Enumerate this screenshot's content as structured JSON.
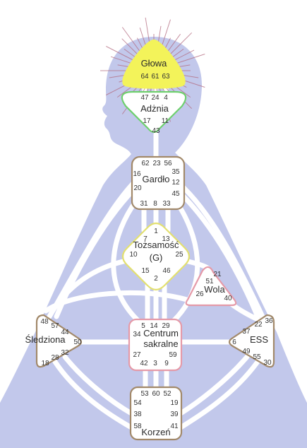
{
  "colors": {
    "silhouette": "#c2c8eb",
    "channel": "#ffffff",
    "head_fill": "#f3f35a",
    "head_rays": "#b36b80",
    "ajna_border": "#6ed06e",
    "tan_border": "#a2896a",
    "identity_border": "#e3e070",
    "pink_border": "#e59aa8",
    "center_fill": "#ffffff"
  },
  "centers": {
    "head": {
      "label": "Głowa",
      "gates": [
        "64",
        "61",
        "63"
      ]
    },
    "ajna": {
      "label": "Adżnia",
      "gates": [
        "47",
        "24",
        "4",
        "17",
        "11",
        "43"
      ]
    },
    "throat": {
      "label": "Gardło",
      "gates": [
        "62",
        "23",
        "56",
        "16",
        "35",
        "20",
        "12",
        "45",
        "31",
        "8",
        "33"
      ]
    },
    "identity": {
      "label": "Tożsamość",
      "sublabel": "(G)",
      "gates": [
        "1",
        "7",
        "13",
        "10",
        "25",
        "15",
        "46",
        "2"
      ]
    },
    "will": {
      "label": "Wola",
      "gates": [
        "21",
        "51",
        "26",
        "40"
      ]
    },
    "spleen": {
      "label": "Śledziona",
      "gates": [
        "48",
        "57",
        "44",
        "50",
        "32",
        "28",
        "18"
      ]
    },
    "sacral": {
      "label": "Centrum",
      "sublabel": "sakralne",
      "gates": [
        "5",
        "14",
        "29",
        "34",
        "27",
        "59",
        "42",
        "3",
        "9"
      ]
    },
    "esp": {
      "label": "ESS",
      "gates": [
        "36",
        "22",
        "37",
        "6",
        "49",
        "55",
        "30"
      ]
    },
    "root": {
      "label": "Korzeń",
      "gates": [
        "53",
        "60",
        "52",
        "54",
        "19",
        "38",
        "39",
        "58",
        "41"
      ]
    }
  }
}
